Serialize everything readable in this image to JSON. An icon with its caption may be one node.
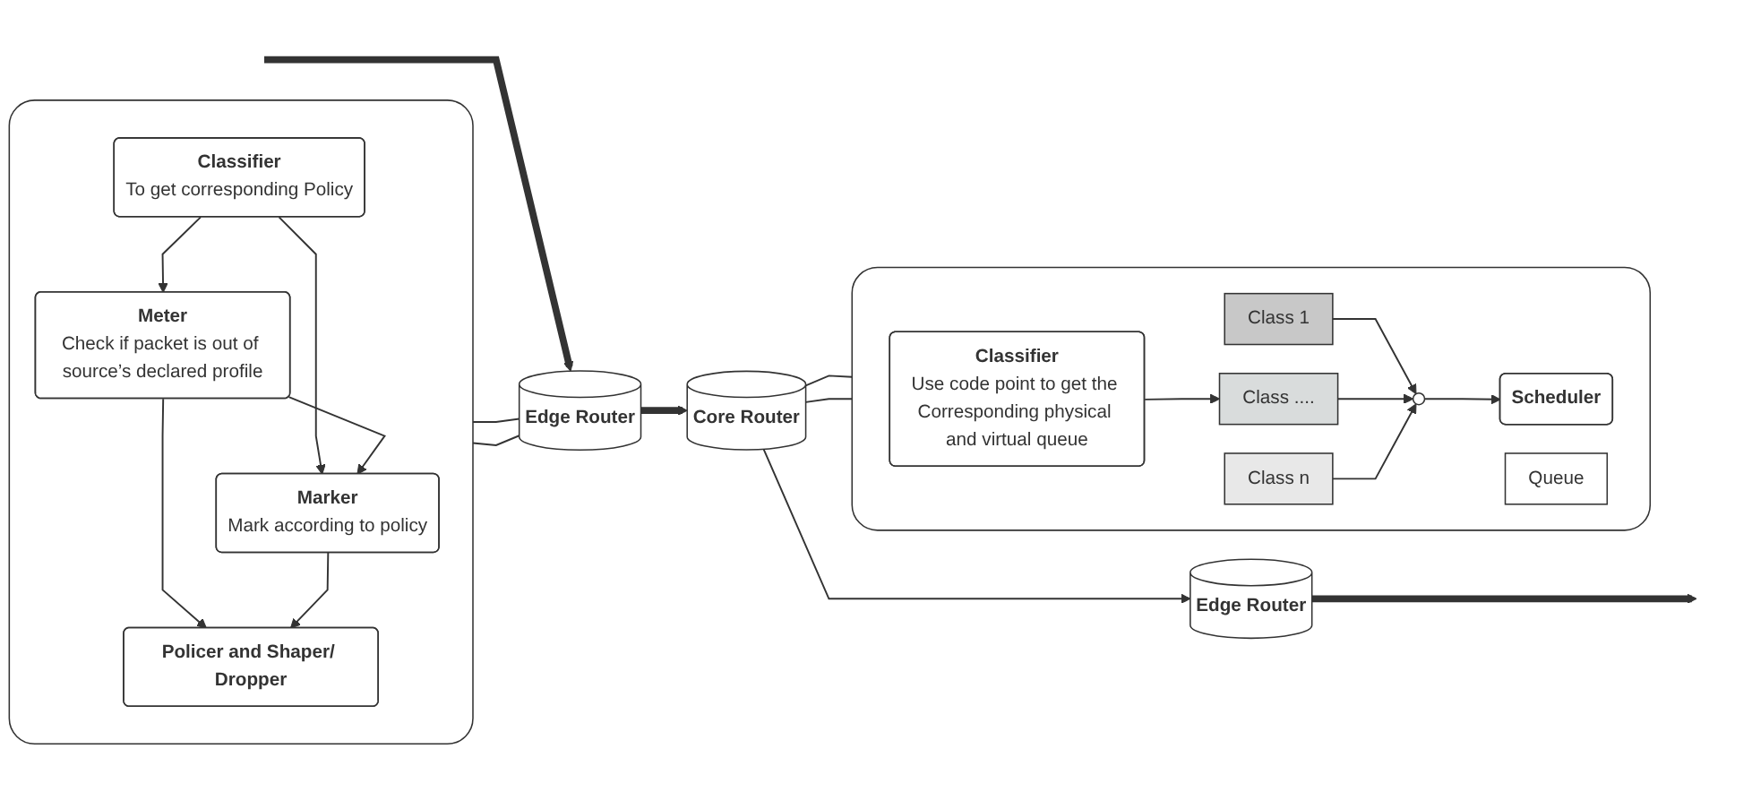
{
  "diagram": {
    "nodes": [
      {
        "text": [],
        "shape": "box"
      },
      {
        "text": [
          "Classifier",
          "To get corresponding Policy"
        ],
        "in": 0
      },
      {
        "text": [
          "Meter",
          "Check if packet is out of source’s declared profile"
        ],
        "in": 0
      },
      {
        "text": [
          "Marker",
          "Mark according to policy"
        ],
        "in": 0
      },
      {
        "text": [
          "Policer and Shaper/ Dropper"
        ],
        "in": 0
      },
      {
        "text": [
          "Edge Router"
        ]
      },
      {
        "text": [
          "Core Router"
        ]
      },
      {
        "text": [
          "Edge Router"
        ]
      },
      {
        "text": [],
        "shape": "box"
      },
      {
        "text": [
          "Classifier",
          "Use code point to get the Corresponding physical and virtual queue"
        ],
        "in": 8
      },
      {
        "text": [
          "Queue"
        ],
        "in": 8
      },
      {
        "text": [
          "Class 1"
        ],
        "in": 8
      },
      {
        "text": [
          "Class ...."
        ],
        "in": 8
      },
      {
        "text": [
          "Class n"
        ],
        "in": 8
      },
      {
        "text": [],
        "shape": "ellipse",
        "in": 8
      },
      {
        "text": [
          "Scheduler"
        ],
        "in": 8
      }
    ],
    "edges": [
      {
        "from": 1,
        "to": 2,
        "arrow": "to"
      },
      {
        "from": 1,
        "to": 3,
        "arrow": "to"
      },
      {
        "from": 2,
        "to": 3,
        "arrow": "to"
      },
      {
        "from": 2,
        "to": 4,
        "arrow": "to"
      },
      {
        "from": 3,
        "to": 4,
        "arrow": "to"
      },
      {
        "from": 0,
        "to": 5,
        "arrow": "none"
      },
      {
        "from": 0,
        "to": 5,
        "arrow": "none"
      },
      {
        "from": null,
        "to": 5,
        "arrow": "to",
        "style": "thick"
      },
      {
        "from": 5,
        "to": 6,
        "arrow": "to",
        "style": "thick"
      },
      {
        "from": 6,
        "to": 7,
        "arrow": "to"
      },
      {
        "from": 7,
        "to": null,
        "arrow": "to",
        "style": "thick"
      },
      {
        "from": 6,
        "to": 8,
        "arrow": "none"
      },
      {
        "from": 6,
        "to": 8,
        "arrow": "none"
      },
      {
        "from": 9,
        "to": 12,
        "arrow": "to"
      },
      {
        "from": 11,
        "to": 14,
        "arrow": "to"
      },
      {
        "from": 12,
        "to": 14,
        "arrow": "to"
      },
      {
        "from": 13,
        "to": 14,
        "arrow": "to"
      },
      {
        "from": 14,
        "to": 15,
        "arrow": "to"
      }
    ]
  }
}
